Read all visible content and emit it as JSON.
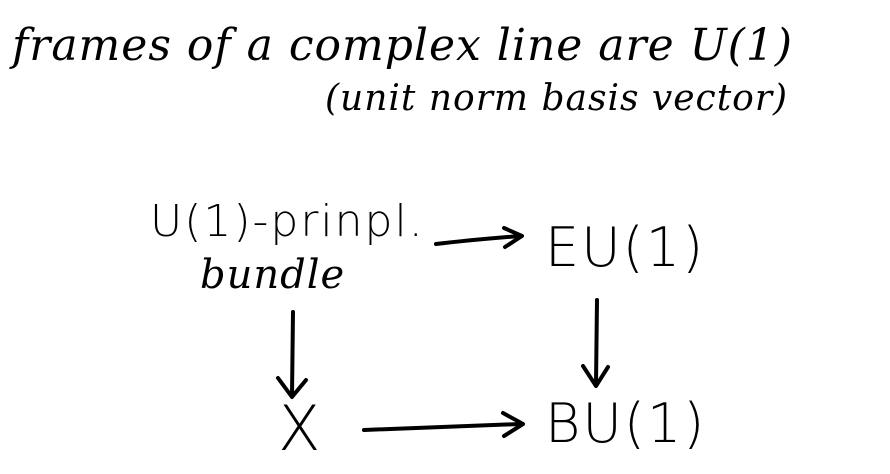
{
  "title": {
    "line1": "frames of a complex line are U(1)",
    "line2": "(unit norm basis vector)"
  },
  "diagram": {
    "top_left_line1": "U(1)-prinpl.",
    "top_left_line2": "bundle",
    "top_right": "EU(1)",
    "bottom_left": "X",
    "bottom_right": "BU(1)"
  },
  "colors": {
    "ink": "#000000",
    "background": "#ffffff"
  }
}
